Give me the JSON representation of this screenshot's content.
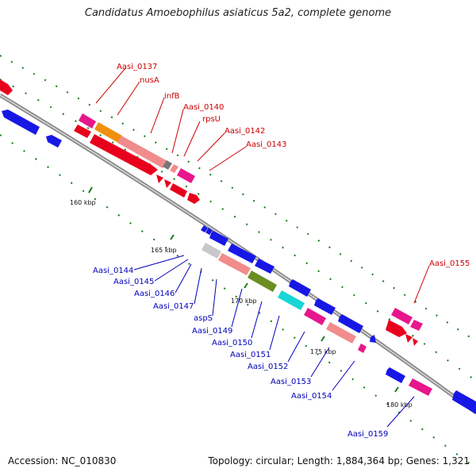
{
  "title": "Candidatus Amoebophilus asiaticus 5a2, complete genome",
  "footer": {
    "accession": "Accession: NC_010830",
    "topology": "Topology: circular; Length: 1,884,364 bp; Genes: 1,321"
  },
  "colors": {
    "backbone": "#8c8c8c",
    "forward_label": "#cc0000",
    "reverse_label": "#0000bb",
    "ticks": "#1a7a1a"
  },
  "scale_labels": [
    "160 kbp",
    "165 kbp",
    "170 kbp",
    "175 kbp",
    "180 kbp"
  ],
  "forward_labels": [
    "Aasi_0137",
    "nusA",
    "infB",
    "Aasi_0140",
    "rpsU",
    "Aasi_0142",
    "Aasi_0143",
    "Aasi_0155"
  ],
  "reverse_labels": [
    "Aasi_0144",
    "Aasi_0145",
    "Aasi_0146",
    "Aasi_0147",
    "aspS",
    "Aasi_0149",
    "Aasi_0150",
    "Aasi_0151",
    "Aasi_0152",
    "Aasi_0153",
    "Aasi_0154",
    "Aasi_0159"
  ]
}
